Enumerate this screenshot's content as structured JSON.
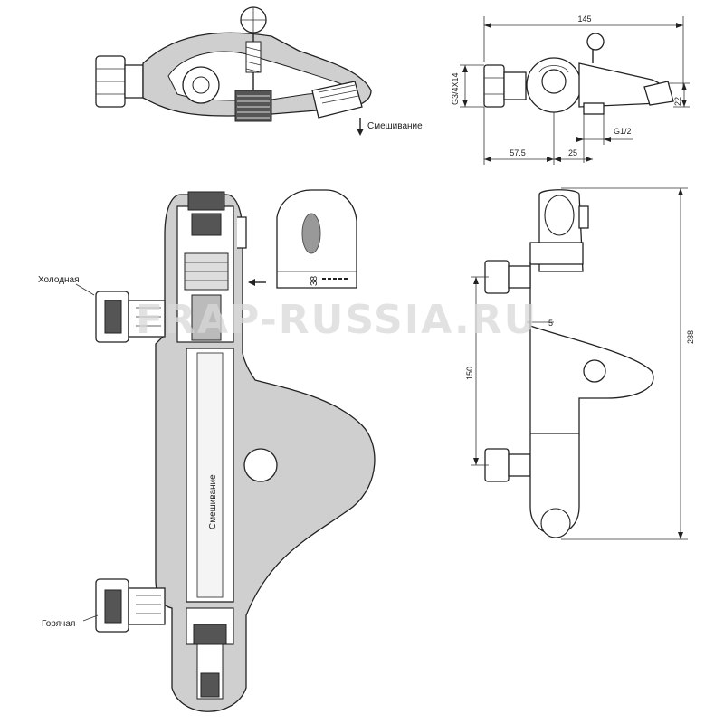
{
  "labels": {
    "cold": "Холодная",
    "hot": "Горячая",
    "mixing_top": "Смешивание",
    "mixing_vertical": "Смешивание",
    "handle_temp": "38"
  },
  "dimensions": {
    "width_top": "145",
    "inlet_thread": "G3/4X14",
    "spout_height": "22",
    "outlet_thread": "G1/2",
    "offset_left": "57.5",
    "offset_right": "25",
    "inlet_spacing": "150",
    "total_height": "288",
    "small_offset": "5"
  },
  "watermark": "FRAP-RUSSIA.RU",
  "icons": {
    "mix_arrow": "arrow-down-icon",
    "inlet_arrow": "arrow-left-icon"
  }
}
